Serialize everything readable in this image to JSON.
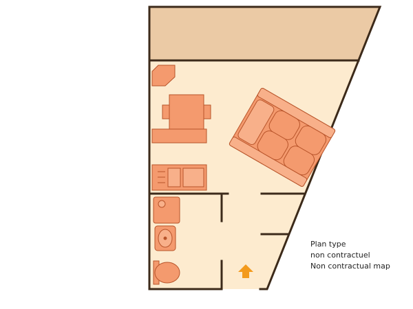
{
  "note": {
    "line1": "Plan type",
    "line2": "non contractuel",
    "line3": "Non contractual map"
  },
  "colors": {
    "floor": "#fdebcf",
    "terrace": "#ebcaa5",
    "wall": "#3c2a1a",
    "furniture": "#f49a6e",
    "furniture_outline": "#b8542a",
    "entrance_arrow": "#f39a1c"
  },
  "icons": {
    "entrance": "up-arrow-icon"
  }
}
